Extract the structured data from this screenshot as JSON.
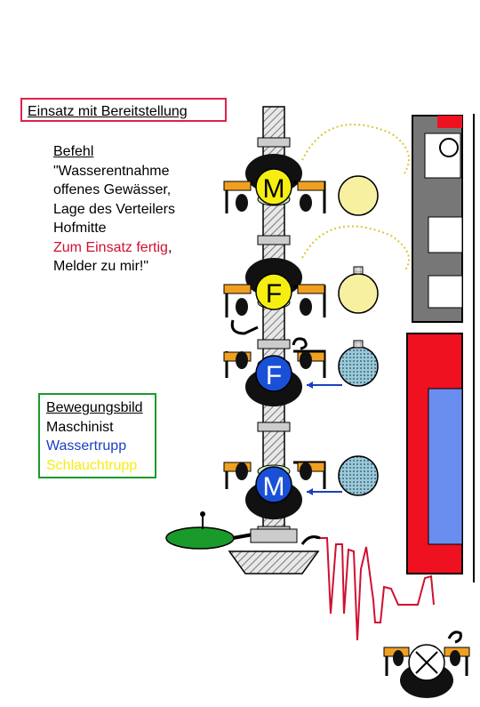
{
  "title": "Einsatz mit Bereitstellung",
  "order": {
    "heading": "Befehl",
    "lines": [
      "\"Wasserentnahme",
      "offenes Gewässer,",
      "Lage des Verteilers",
      "Hofmitte"
    ],
    "red_part": "Zum Einsatz fertig",
    "red_suffix": ",",
    "last_line": "Melder zu mir!\""
  },
  "legend": {
    "heading": "Bewegungsbild",
    "items": [
      {
        "label": "Maschinist",
        "color": "#000000"
      },
      {
        "label": "Wassertrupp",
        "color": "#1a40c0"
      },
      {
        "label": "Schlauchtrupp",
        "color": "#f4ee10"
      }
    ]
  },
  "figures": [
    {
      "letter": "M",
      "fill": "#f6ee10",
      "text_color": "#000000"
    },
    {
      "letter": "F",
      "fill": "#f6ee10",
      "text_color": "#000000"
    },
    {
      "letter": "F",
      "fill": "#1a50d8",
      "text_color": "#ffffff"
    },
    {
      "letter": "M",
      "fill": "#1a50d8",
      "text_color": "#ffffff"
    }
  ],
  "colors": {
    "accent_red": "#e0204a",
    "yellow": "#f6ee10",
    "blue": "#1a50d8",
    "orange": "#f0a020",
    "vehicle_red": "#ef1020",
    "vehicle_window": "#6a8ef0",
    "pipe_gray": "#999999"
  }
}
